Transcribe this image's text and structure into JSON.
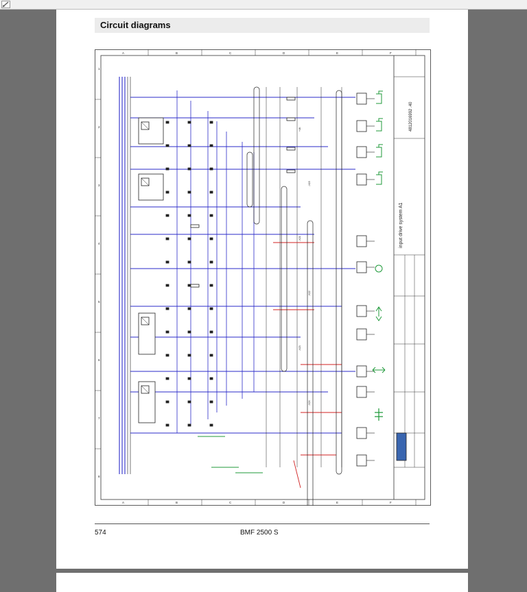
{
  "page": {
    "section_title": "Circuit diagrams",
    "page_number": "574",
    "doc_name": "BMF 2500 S"
  },
  "drawing": {
    "title": "input drive system A1",
    "drawing_number": "4812016992 .40",
    "grid_cols": [
      "1",
      "2",
      "3",
      "4",
      "5",
      "6",
      "7",
      "8"
    ],
    "grid_rows": [
      "A",
      "B",
      "C",
      "D",
      "E",
      "F"
    ],
    "terminals": [
      "+4K",
      "-X15",
      "-X21",
      "-X22",
      "-X23",
      "-X24"
    ],
    "colors": {
      "ink": "#222222",
      "wire": "#2a2ac8",
      "wire_red": "#d02020",
      "green": "#1f9a3a",
      "frame": "#333333"
    }
  }
}
